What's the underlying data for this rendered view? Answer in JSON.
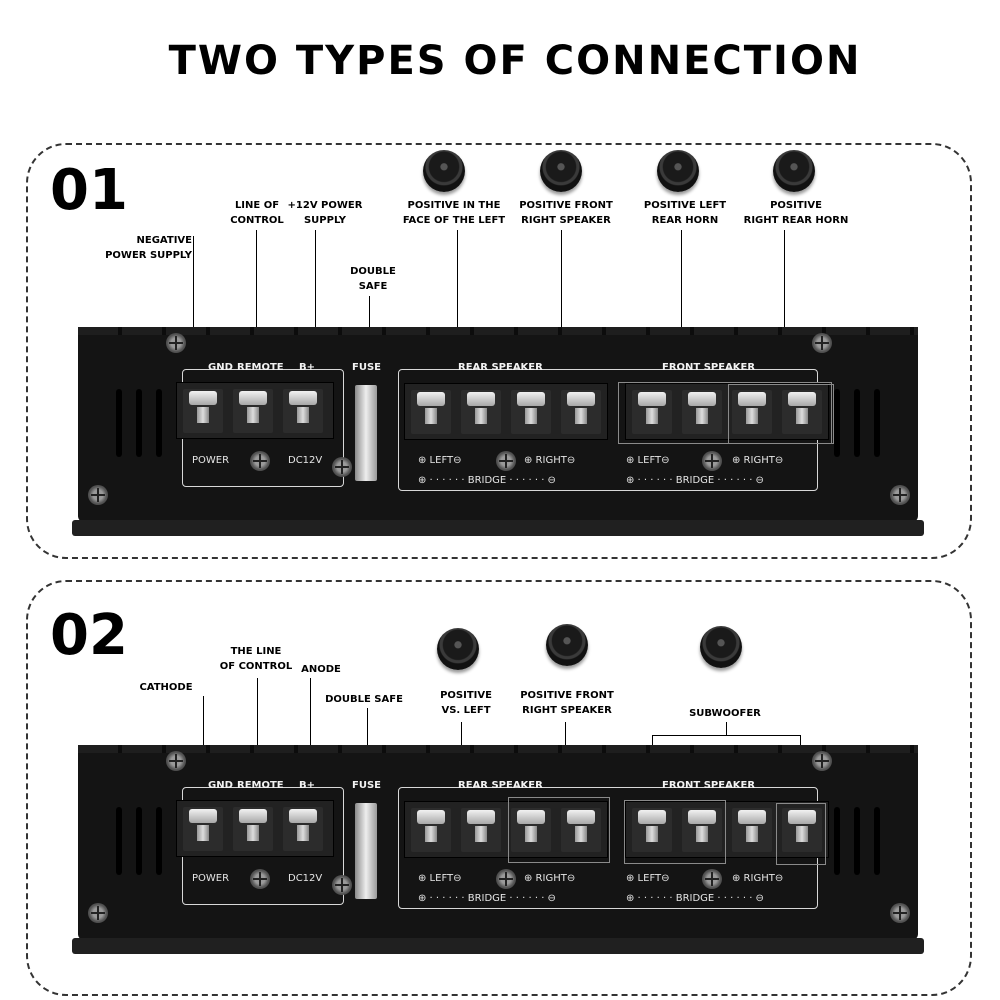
{
  "title": "TWO TYPES OF CONNECTION",
  "panel1": {
    "number": "01",
    "labels": {
      "negative": "NEGATIVE\nPOWER SUPPLY",
      "control": "LINE OF\nCONTROL",
      "power": "+12V POWER\nSUPPLY",
      "fuse": "DOUBLE\nSAFE",
      "spk1": "POSITIVE IN THE\nFACE OF THE LEFT",
      "spk2": "POSITIVE FRONT\nRIGHT SPEAKER",
      "spk3": "POSITIVE LEFT\nREAR HORN",
      "spk4": "POSITIVE\nRIGHT REAR HORN"
    }
  },
  "panel2": {
    "number": "02",
    "labels": {
      "cathode": "CATHODE",
      "control": "THE LINE\nOF CONTROL",
      "anode": "ANODE",
      "fuse": "DOUBLE SAFE",
      "spk1": "POSITIVE\nVS. LEFT",
      "spk2": "POSITIVE FRONT\nRIGHT SPEAKER",
      "sub": "SUBWOOFER"
    }
  },
  "amp": {
    "gnd": "GND",
    "remote": "REMOTE",
    "bplus": "B+",
    "fuse": "FUSE",
    "power": "POWER",
    "dc12v": "DC12V",
    "rear": "REAR SPEAKER",
    "front": "FRONT SPEAKER",
    "left": "⊕ LEFT⊖",
    "right": "⊕ RIGHT⊖",
    "bridge": "⊕ · · · · · · BRIDGE · · · · · · ⊖"
  }
}
